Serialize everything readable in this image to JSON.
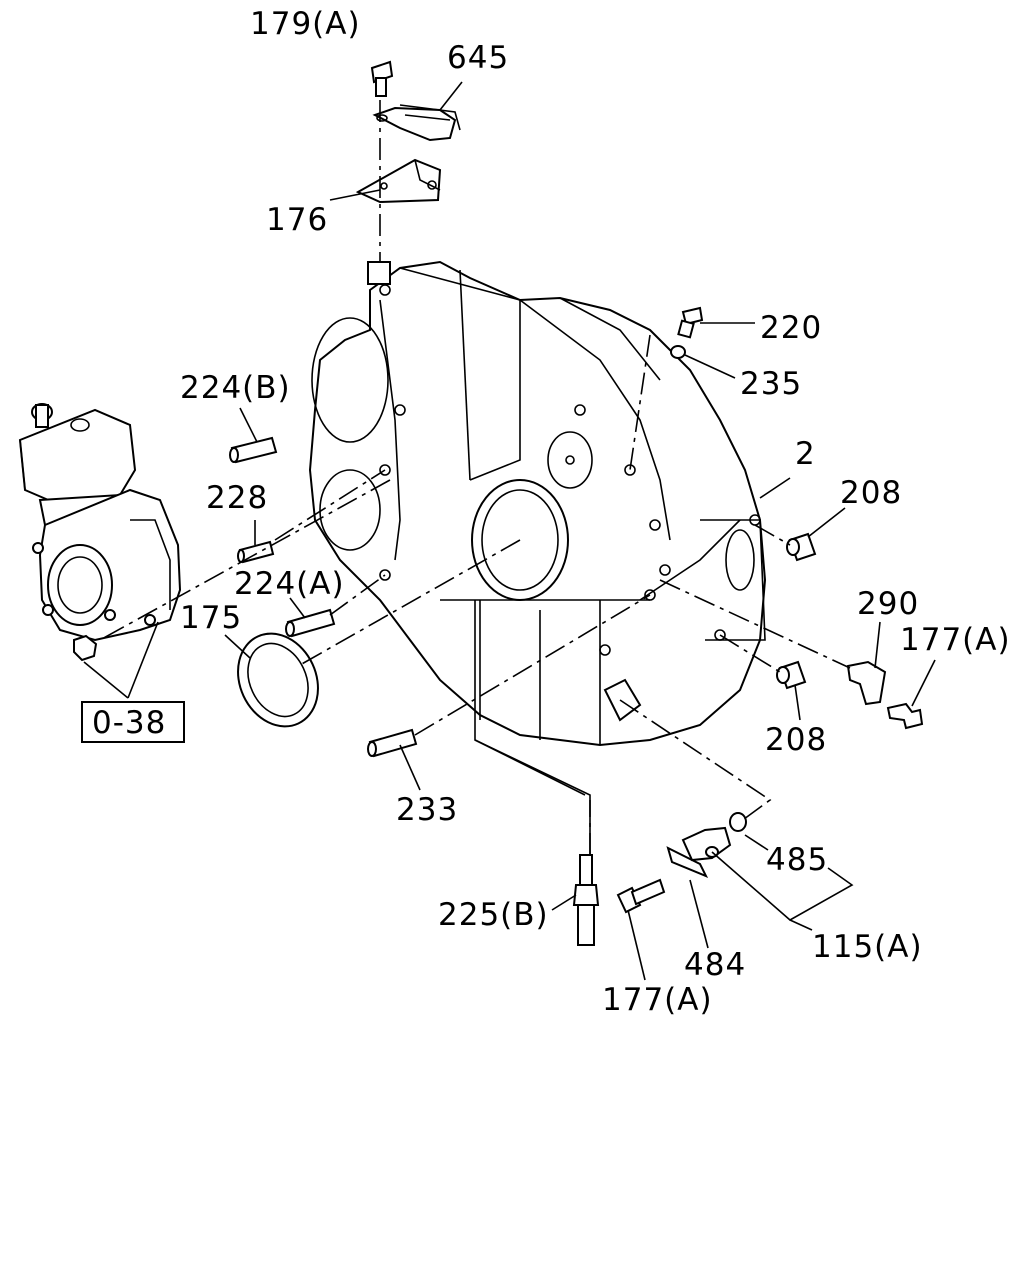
{
  "labels": {
    "l179a": "179(A)",
    "l645": "645",
    "l176": "176",
    "l220": "220",
    "l235": "235",
    "l2": "2",
    "l224b": "224(B)",
    "l228": "228",
    "l208a": "208",
    "l224a": "224(A)",
    "l175": "175",
    "l290": "290",
    "l177a_right": "177(A)",
    "l208b": "208",
    "l038": "0-38",
    "l233": "233",
    "l485": "485",
    "l225b": "225(B)",
    "l115a": "115(A)",
    "l484": "484",
    "l177a_bottom": "177(A)"
  }
}
